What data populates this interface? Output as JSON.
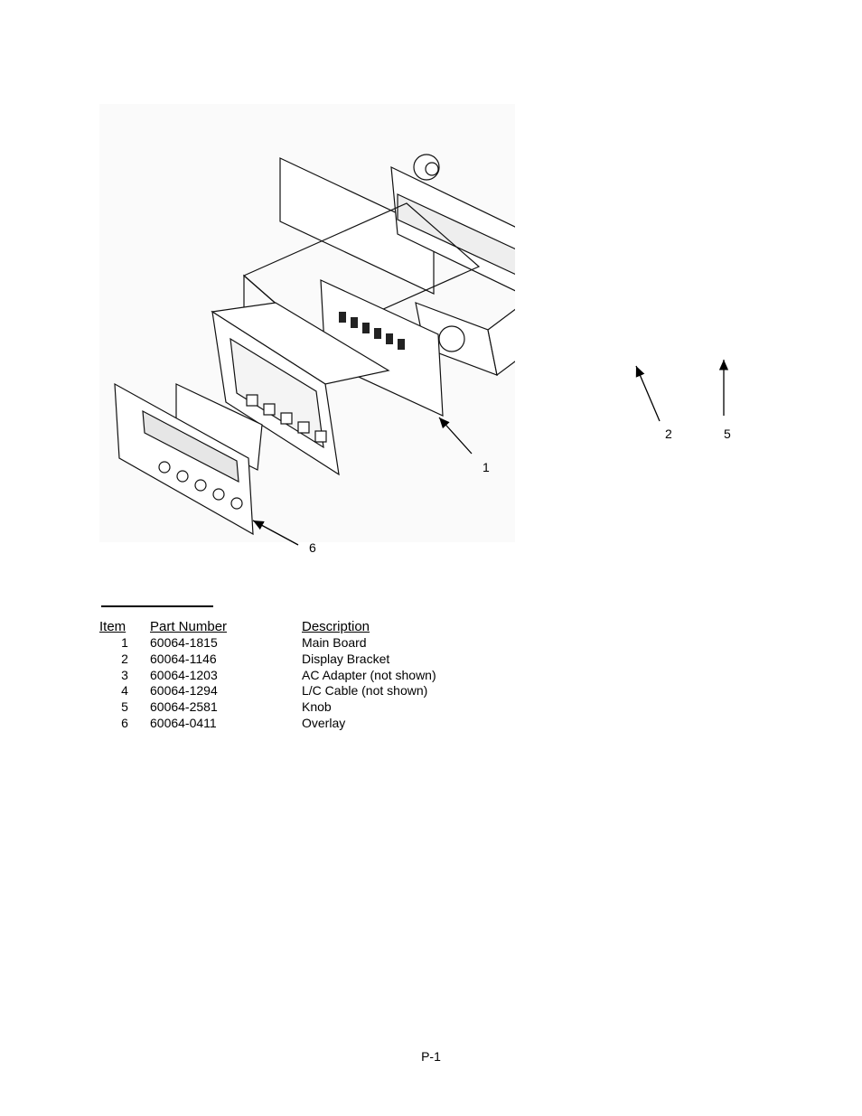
{
  "figure": {
    "callouts": [
      {
        "id": "1",
        "label": "1"
      },
      {
        "id": "2",
        "label": "2"
      },
      {
        "id": "5",
        "label": "5"
      },
      {
        "id": "6",
        "label": "6"
      }
    ]
  },
  "parts_table": {
    "headers": {
      "item": "Item",
      "part_number": "Part Number",
      "description": "Description"
    },
    "rows": [
      {
        "item": "1",
        "part_number": "60064-1815",
        "description": "Main Board"
      },
      {
        "item": "2",
        "part_number": "60064-1146",
        "description": "Display Bracket"
      },
      {
        "item": "3",
        "part_number": "60064-1203",
        "description": "AC Adapter (not shown)"
      },
      {
        "item": "4",
        "part_number": "60064-1294",
        "description": "L/C Cable (not shown)"
      },
      {
        "item": "5",
        "part_number": "60064-2581",
        "description": "Knob"
      },
      {
        "item": "6",
        "part_number": "60064-0411",
        "description": "Overlay"
      }
    ]
  },
  "page_number": "P-1"
}
